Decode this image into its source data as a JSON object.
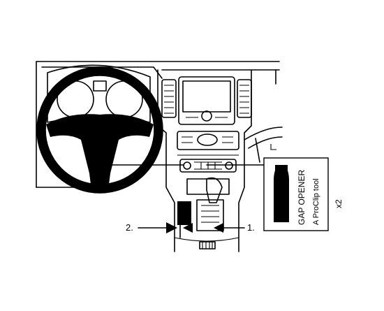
{
  "labels": {
    "step_1": "1.",
    "step_2": "2."
  },
  "tool_box": {
    "title": "GAP OPENER",
    "subtitle": "A ProClip tool",
    "quantity": "x2"
  },
  "colors": {
    "line": "#000000",
    "background": "#ffffff"
  }
}
